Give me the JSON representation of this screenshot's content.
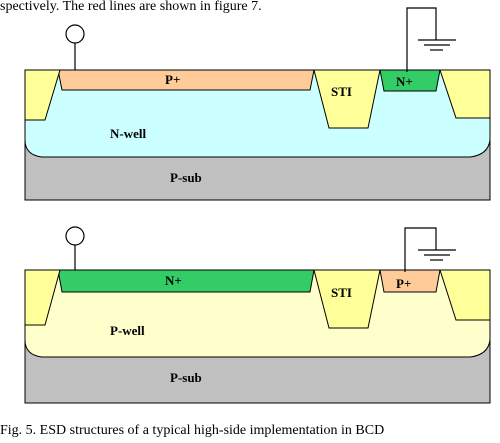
{
  "header_text": "spectively. The red lines are shown in figure 7.",
  "footer_text": "Fig. 5. ESD structures of a typical high-side implementation in BCD",
  "diagram_top": {
    "substrate_label": "P-sub",
    "well_label": "N-well",
    "left_diffusion_label": "P+",
    "sti_label": "STI",
    "right_diffusion_label": "N+"
  },
  "diagram_bottom": {
    "substrate_label": "P-sub",
    "well_label": "P-well",
    "left_diffusion_label": "N+",
    "sti_label": "STI",
    "right_diffusion_label": "P+"
  },
  "colors": {
    "sti_yellow": "#ffff99",
    "n_well": "#ccffff",
    "p_well": "#ffffcc",
    "p_sub": "#c0c0c0",
    "p_plus": "#ffcc99",
    "n_plus": "#33cc66",
    "outline": "#000000"
  }
}
